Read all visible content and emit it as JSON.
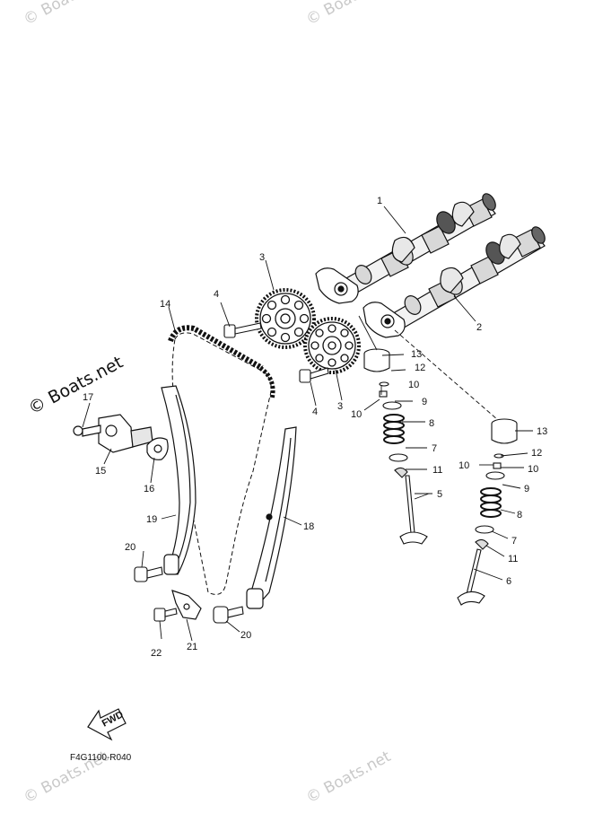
{
  "watermark": {
    "text": "© Boats.net",
    "main_text": "© Boats.net"
  },
  "diagram_code": "F4G1100-R040",
  "fwd_label": "FWD",
  "part_labels": {
    "l1": "1",
    "l2": "2",
    "l3a": "3",
    "l3b": "3",
    "l4a": "4",
    "l4b": "4",
    "l5": "5",
    "l6": "6",
    "l7a": "7",
    "l7b": "7",
    "l8a": "8",
    "l8b": "8",
    "l9a": "9",
    "l9b": "9",
    "l10a": "10",
    "l10b": "10",
    "l10c": "10",
    "l10d": "10",
    "l11a": "11",
    "l11b": "11",
    "l12a": "12",
    "l12b": "12",
    "l13a": "13",
    "l13b": "13",
    "l14": "14",
    "l15": "15",
    "l16": "16",
    "l17": "17",
    "l18": "18",
    "l19": "19",
    "l20a": "20",
    "l20b": "20",
    "l21": "21",
    "l22": "22"
  }
}
